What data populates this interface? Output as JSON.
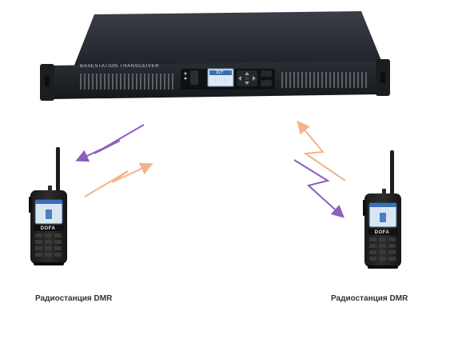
{
  "base_station": {
    "panel_label": "BASESTATION TRANSCEIVER",
    "lcd_logo": "DCF",
    "lcd_line": "· · ·"
  },
  "radios": [
    {
      "label": "Радиостанция DMR",
      "brand": "DOFA"
    },
    {
      "label": "Радиостанция DMR",
      "brand": "DOFA"
    }
  ],
  "signals": {
    "downlink_color": "#8c5fbf",
    "uplink_color": "#f0b48c"
  }
}
